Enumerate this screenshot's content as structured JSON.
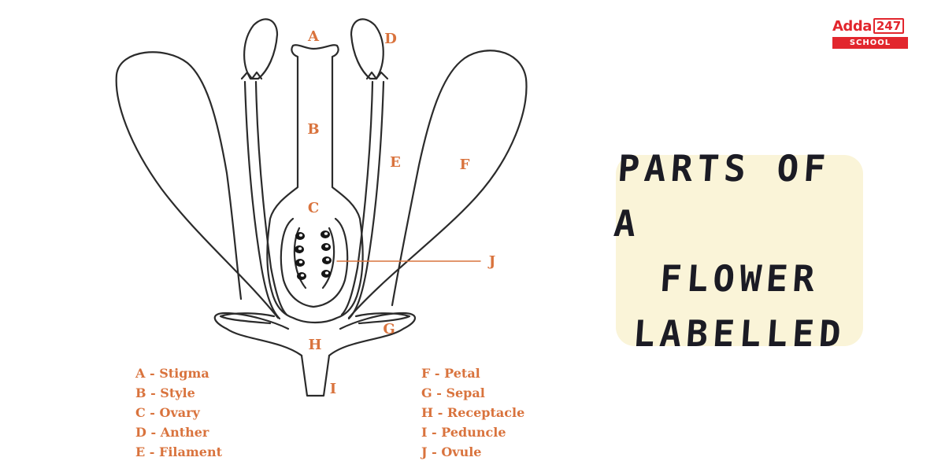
{
  "colors": {
    "label": "#d9733d",
    "outline": "#2b2b2b",
    "ovule_fill": "#151515",
    "title_bg": "#faf4d8",
    "title_text": "#1b1b24",
    "brand_red": "#e2262d"
  },
  "logo": {
    "word": "Adda",
    "number": "247",
    "sub": "SCHOOL"
  },
  "title": {
    "lines": [
      "PARTS OF A",
      "FLOWER",
      "LABELLED"
    ]
  },
  "diagram": {
    "letters": [
      "A",
      "B",
      "C",
      "D",
      "E",
      "F",
      "G",
      "H",
      "I",
      "J"
    ],
    "legend_left": [
      "A - Stigma",
      "B - Style",
      "C - Ovary",
      "D - Anther",
      "E - Filament"
    ],
    "legend_right": [
      "F - Petal",
      "G - Sepal",
      "H - Receptacle",
      "I - Peduncle",
      "J - Ovule"
    ]
  }
}
